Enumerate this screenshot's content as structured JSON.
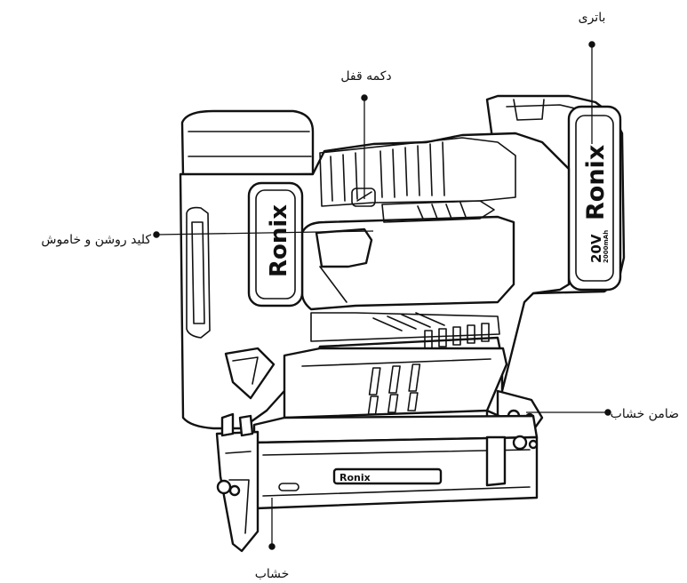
{
  "diagram": {
    "labels": {
      "battery": "باتری",
      "lock_button": "دکمه قفل",
      "power_switch": "کلید روشن و خاموش",
      "nail_guard": "ضامن خشاب",
      "magazine": "خشاب"
    },
    "brand": {
      "name": "Ronix",
      "battery_voltage": "20V",
      "battery_capacity": "2000mAh"
    }
  }
}
